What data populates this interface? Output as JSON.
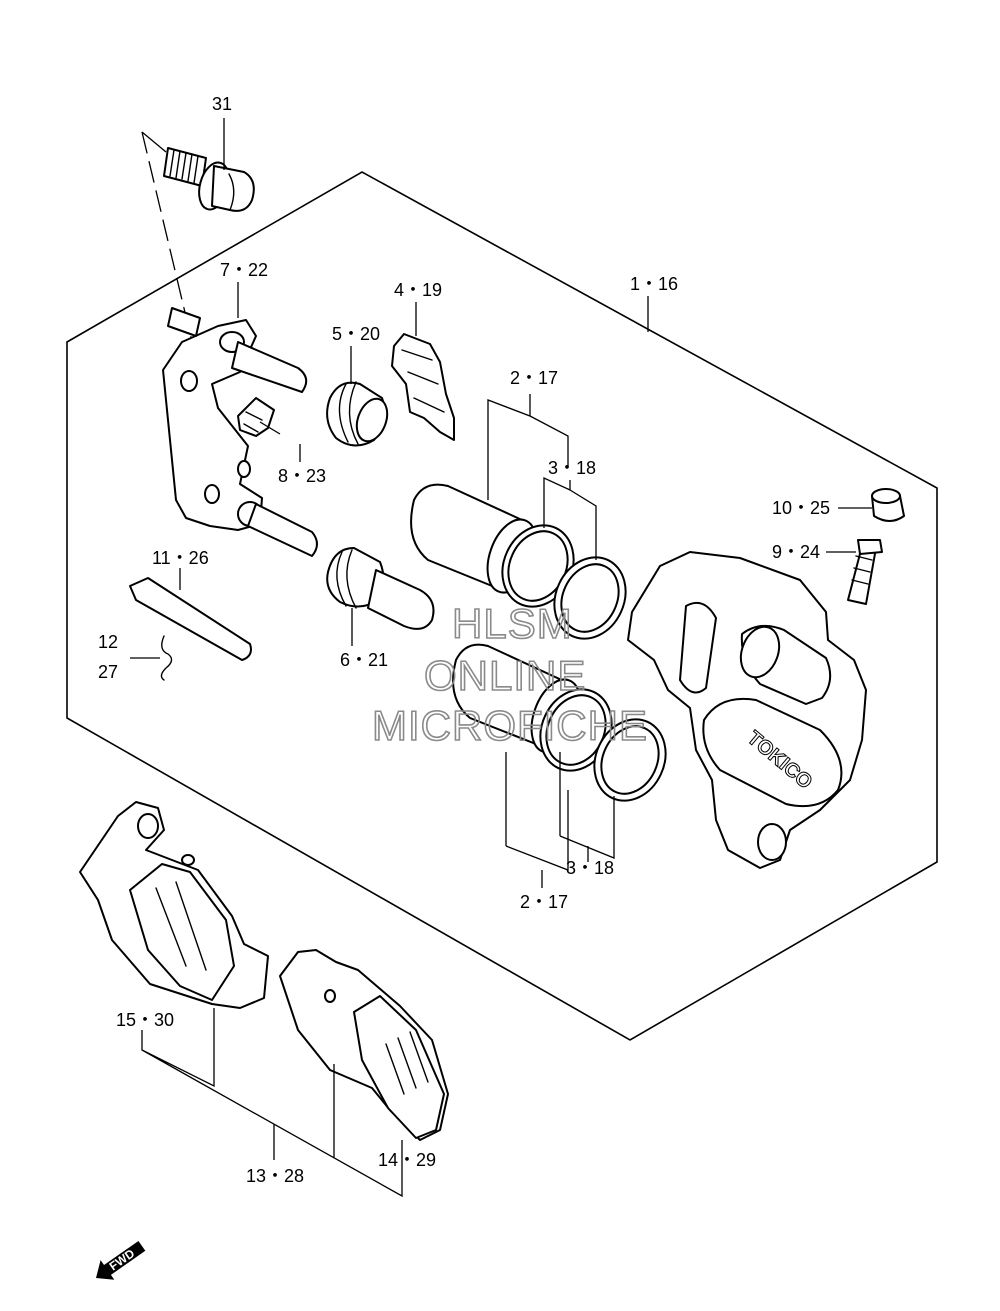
{
  "callouts": {
    "c31": "31",
    "c7_22": "7・22",
    "c5_20": "5・20",
    "c4_19": "4・19",
    "c1_16": "1・16",
    "c2_17_top": "2・17",
    "c3_18_top": "3・18",
    "c8_23": "8・23",
    "c10_25": "10・25",
    "c9_24": "9・24",
    "c11_26": "11・26",
    "c12": "12",
    "c27": "27",
    "c6_21": "6・21",
    "c3_18_bottom": "3・18",
    "c2_17_bottom": "2・17",
    "c15_30": "15・30",
    "c14_29": "14・29",
    "c13_28": "13・28"
  },
  "caliper_brand": "TOKICO",
  "watermark": {
    "line1": "HLSM",
    "line2": "ONLINE",
    "line3": "MICROFICHE"
  },
  "fwd_label": "FWD"
}
